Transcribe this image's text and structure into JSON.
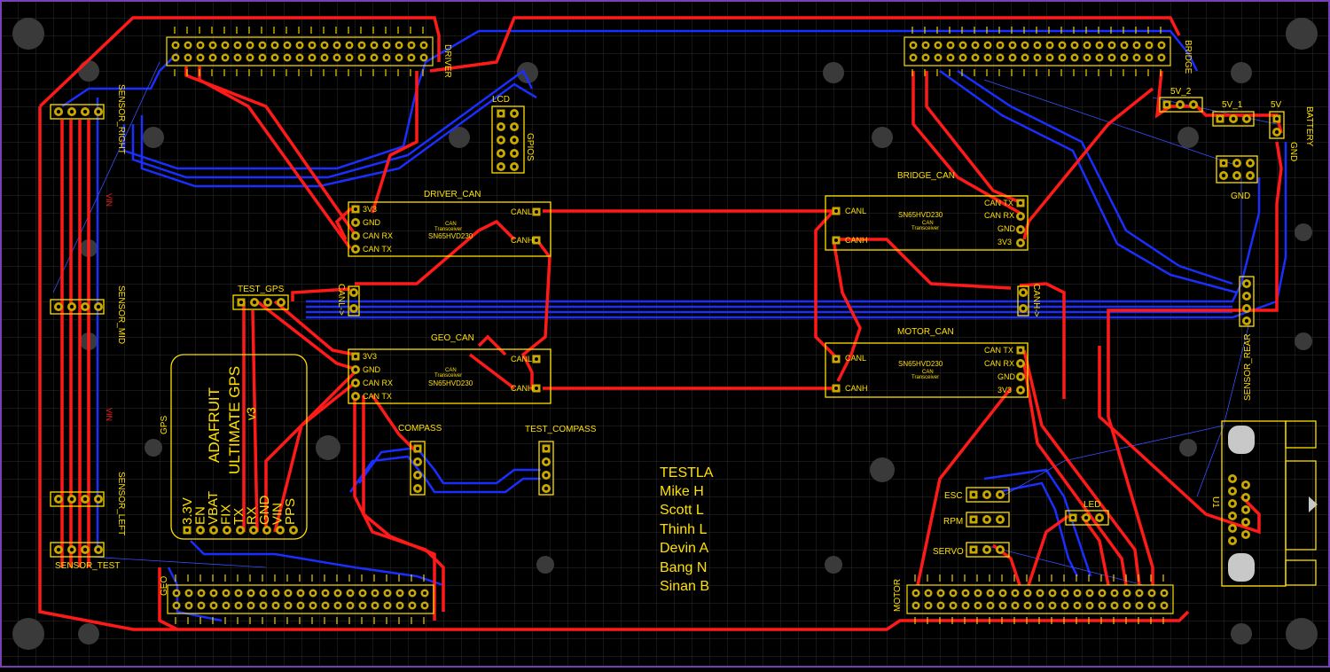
{
  "board": {
    "modules": {
      "driver_can": {
        "title": "DRIVER_CAN",
        "pins_left": [
          "3V3",
          "GND",
          "CAN RX",
          "CAN TX"
        ],
        "pins_right": [
          "CANL",
          "CANH"
        ],
        "desc1": "CAN",
        "desc2": "Transceiver",
        "chip": "SN65HVD230"
      },
      "geo_can": {
        "title": "GEO_CAN",
        "pins_left": [
          "3V3",
          "GND",
          "CAN RX",
          "CAN TX"
        ],
        "pins_right": [
          "CANL",
          "CANH"
        ],
        "desc1": "CAN",
        "desc2": "Transceiver",
        "chip": "SN65HVD230"
      },
      "bridge_can": {
        "title": "BRIDGE_CAN",
        "pins_left": [
          "CANL",
          "CANH"
        ],
        "pins_right": [
          "CAN TX",
          "CAN RX",
          "GND",
          "3V3"
        ],
        "desc1": "CAN",
        "desc2": "Transceiver",
        "chip": "SN65HVD230"
      },
      "motor_can": {
        "title": "MOTOR_CAN",
        "pins_left": [
          "CANL",
          "CANH"
        ],
        "pins_right": [
          "CAN TX",
          "CAN RX",
          "GND",
          "3V3"
        ],
        "desc1": "CAN",
        "desc2": "Transceiver",
        "chip": "SN65HVD230"
      }
    },
    "headers": {
      "driver": "DRIVER",
      "bridge": "BRIDGE",
      "geo": "GEO",
      "motor": "MOTOR",
      "lcd": "LCD",
      "gpios": "GPIOS",
      "test_gps": "TEST_GPS",
      "compass": "COMPASS",
      "test_compass": "TEST_COMPASS",
      "sensor_right": "SENSOR_RIGHT",
      "sensor_mid": "SENSOR_MID",
      "sensor_left": "SENSOR_LEFT",
      "sensor_test": "SENSOR_TEST",
      "sensor_rear": "SENSOR_REAR",
      "canl_arrow": "CANL->",
      "canh_arrow": "CANH->",
      "v5_2": "5V_2",
      "v5_1": "5V_1",
      "v5": "5V",
      "gnd_side": "GND",
      "battery": "BATTERY",
      "gnd_block": "GND",
      "esc": "ESC",
      "rpm": "RPM",
      "servo": "SERVO",
      "led": "LED",
      "u1": "U1",
      "vin1": "VIN",
      "vin2": "VIN"
    },
    "gps": {
      "label": "GPS",
      "line1": "ADAFRUIT",
      "line2": "ULTIMATE GPS",
      "line3": "v3",
      "pins": [
        "3.3V",
        "EN",
        "VBAT",
        "FIX",
        "TX",
        "RX",
        "GND",
        "VIN",
        "PPS"
      ]
    },
    "team": [
      "TESTLA",
      "Mike H",
      "Scott L",
      "Thinh L",
      "Devin A",
      "Bang N",
      "Sinan B"
    ],
    "colors": {
      "background": "#000000",
      "grid": "#2c2c2c",
      "top_trace": "#ff1a1a",
      "bottom_trace": "#1a2fff",
      "silkscreen": "#ffe000",
      "outline": "#7a3fb8",
      "hole": "#3a3a3a"
    }
  }
}
